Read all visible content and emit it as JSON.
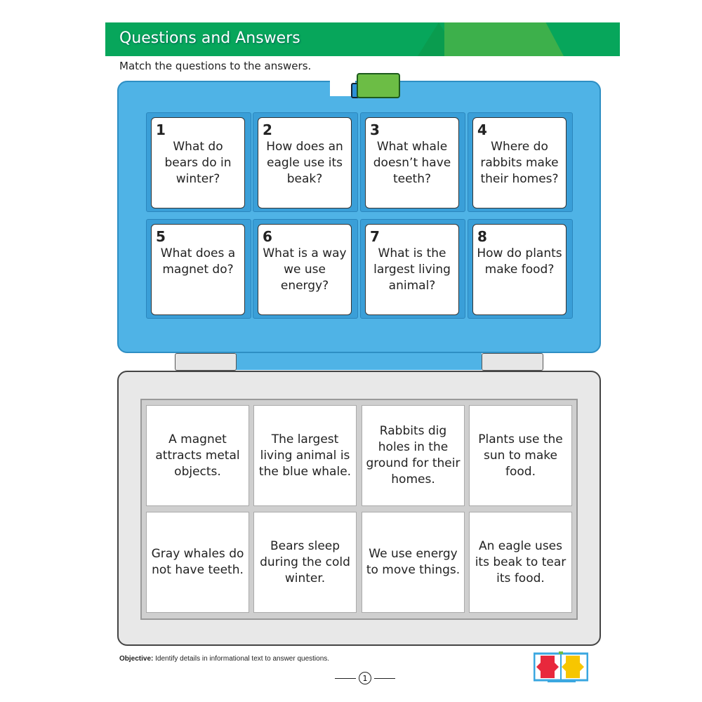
{
  "header": {
    "title": "Questions and Answers",
    "instructions": "Match the questions to the answers."
  },
  "questions": [
    {
      "num": "1",
      "text": "What do bears do in winter?"
    },
    {
      "num": "2",
      "text": "How does an eagle use its beak?"
    },
    {
      "num": "3",
      "text": "What whale doesn’t have teeth?"
    },
    {
      "num": "4",
      "text": "Where do rabbits make their homes?"
    },
    {
      "num": "5",
      "text": "What does a magnet do?"
    },
    {
      "num": "6",
      "text": "What is a way we use energy?"
    },
    {
      "num": "7",
      "text": "What is the largest living animal?"
    },
    {
      "num": "8",
      "text": "How do plants make food?"
    }
  ],
  "answers": [
    "A magnet attracts metal objects.",
    "The largest living animal is the blue whale.",
    "Rabbits dig holes in the ground for their homes.",
    "Plants use the sun to make food.",
    "Gray whales do not have teeth.",
    "Bears sleep during the cold winter.",
    "We use energy to move things.",
    "An eagle uses its beak to tear its food."
  ],
  "footer": {
    "objective_label": "Objective:",
    "objective_text": "Identify details in informational text to answer questions.",
    "page_number": "1"
  },
  "colors": {
    "header": "#07a65b",
    "case_blue": "#4fb3e6",
    "case_gray": "#e8e8e8"
  }
}
